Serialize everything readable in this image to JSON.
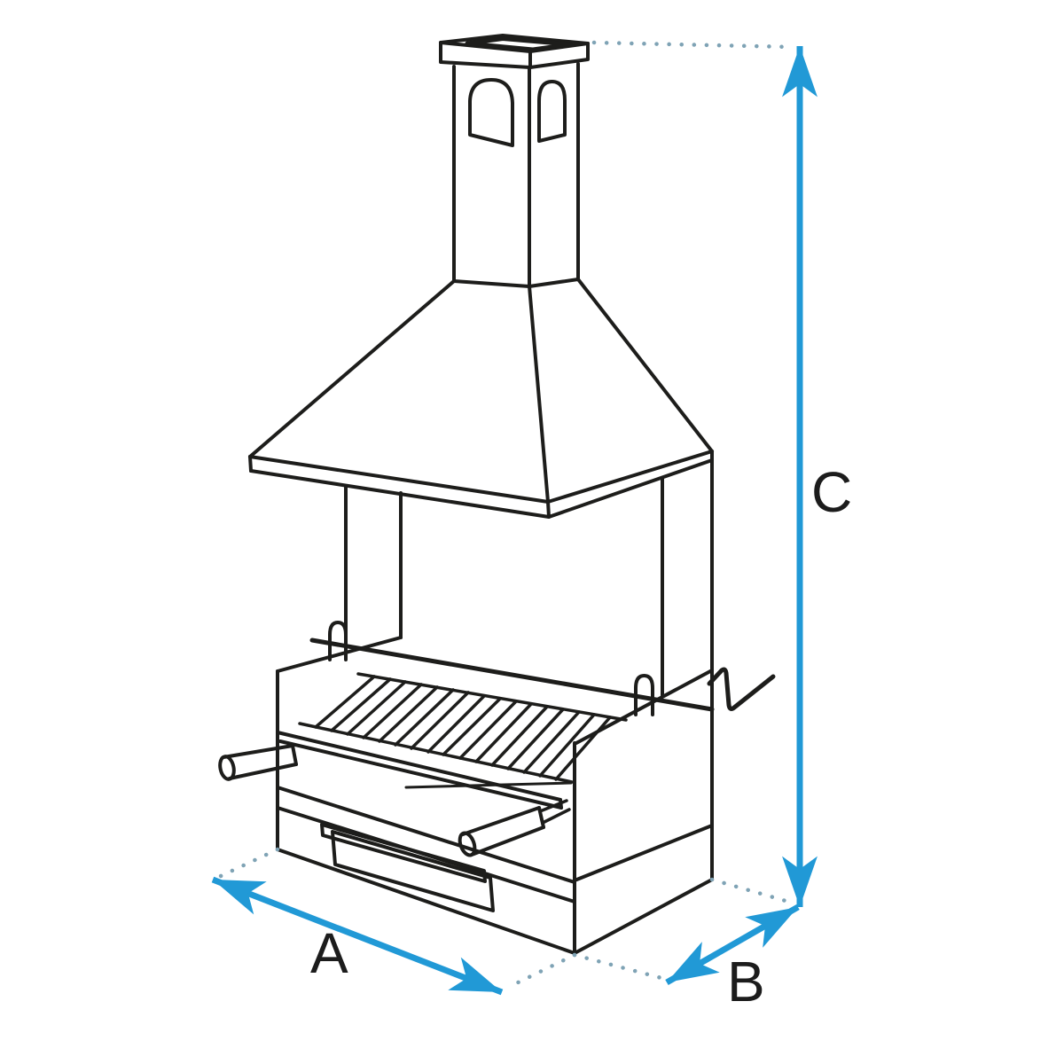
{
  "diagram": {
    "type": "dimension-line-drawing",
    "subject": "charcoal-barbecue-with-chimney",
    "colors": {
      "background": "#ffffff",
      "line_art": "#1d1d1b",
      "dimension_arrow": "#2199d6",
      "leader_dots": "#7fa3b5",
      "label_text": "#1c1c1c"
    },
    "dimension_labels": {
      "a": "A",
      "b": "B",
      "c": "C"
    },
    "parts": [
      "chimney-cap",
      "chimney-stack",
      "arched-vent-windows",
      "pyramid-hood",
      "hood-rim",
      "support-columns",
      "spit-rod-with-hooks",
      "spit-crank",
      "grill-grate",
      "grill-frame-handles",
      "firebox",
      "ash-drawer",
      "base"
    ]
  }
}
